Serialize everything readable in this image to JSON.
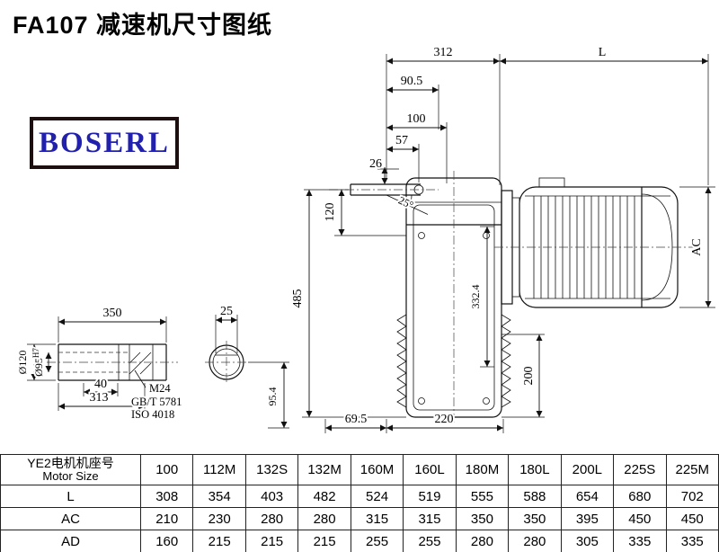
{
  "title": "FA107 减速机尺寸图纸",
  "logo": {
    "text": "BOSERL"
  },
  "drawing": {
    "dims": {
      "d312": "312",
      "dL": "L",
      "d90_5": "90.5",
      "d100": "100",
      "d57": "57",
      "d26": "26",
      "d120": "120",
      "angle": "25°",
      "d485": "485",
      "dAC": "AC",
      "d332_4": "332.4",
      "d200": "200",
      "d69_5": "69.5",
      "d220": "220",
      "d95_4": "95.4"
    },
    "shaft": {
      "d350": "350",
      "d25": "25",
      "d40": "40",
      "d313": "313",
      "dia120": "Ø120",
      "dia95": "Ø95",
      "dia95_tol": "H7",
      "m24": "M24",
      "gbt": "GB/T 5781",
      "iso": "ISO 4018"
    }
  },
  "table": {
    "header_cn": "YE2电机机座号",
    "header_en": "Motor Size",
    "columns": [
      "100",
      "112M",
      "132S",
      "132M",
      "160M",
      "160L",
      "180M",
      "180L",
      "200L",
      "225S",
      "225M"
    ],
    "rows": [
      {
        "label": "L",
        "values": [
          "308",
          "354",
          "403",
          "482",
          "524",
          "519",
          "555",
          "588",
          "654",
          "680",
          "702"
        ]
      },
      {
        "label": "AC",
        "values": [
          "210",
          "230",
          "280",
          "280",
          "315",
          "315",
          "350",
          "350",
          "395",
          "450",
          "450"
        ]
      },
      {
        "label": "AD",
        "values": [
          "160",
          "215",
          "215",
          "215",
          "255",
          "255",
          "280",
          "280",
          "305",
          "335",
          "335"
        ]
      }
    ]
  }
}
